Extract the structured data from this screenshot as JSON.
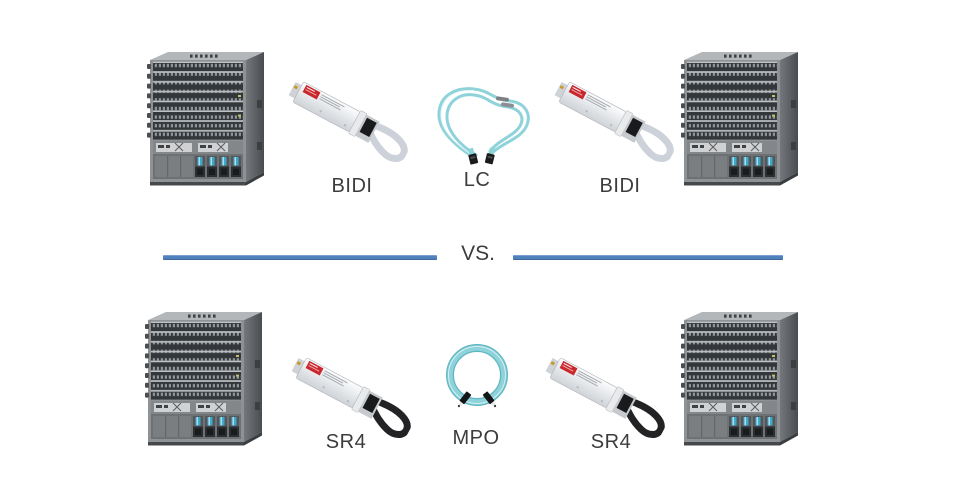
{
  "divider": {
    "label": "VS."
  },
  "rows": [
    {
      "left_transceiver": "BIDI",
      "cable": "LC",
      "right_transceiver": "BIDI"
    },
    {
      "left_transceiver": "SR4",
      "cable": "MPO",
      "right_transceiver": "SR4"
    }
  ],
  "figures": {
    "chassis": "modular-switch-chassis",
    "top_transceiver": "qsfp-bidi-transceiver",
    "bottom_transceiver": "qsfp-sr4-transceiver",
    "top_cable": "lc-duplex-fiber-patch-cable",
    "bottom_cable": "mpo-fiber-patch-cable"
  },
  "colors": {
    "accent": "#4f81bd",
    "aqua": "#8ed2da",
    "aqua-dark": "#5fb6c2",
    "label-red": "#c9272c",
    "tab-gray": "#cdd1d9",
    "tab-black": "#232325",
    "text": "#3c3c3c"
  }
}
